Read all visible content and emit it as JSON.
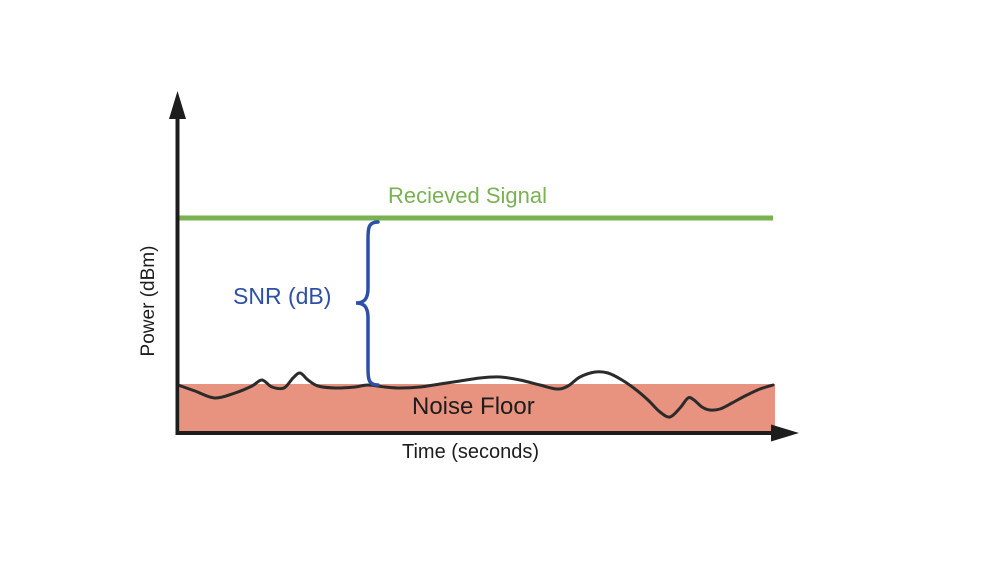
{
  "figure": {
    "description": "Conceptual plot of received signal power versus noise floor illustrating SNR"
  },
  "labels": {
    "y_axis": "Power (dBm)",
    "x_axis": "Time (seconds)",
    "signal": "Recieved Signal",
    "snr": "SNR (dB)",
    "noise_floor": "Noise Floor"
  },
  "colors": {
    "signal_green": "#7ab153",
    "snr_blue": "#2d4fa5",
    "noise_fill_pink": "#e8937f",
    "ink": "#1d1d1d",
    "background": "#ffffff"
  },
  "noise_waveform_points": [
    [
      178,
      385
    ],
    [
      195,
      391
    ],
    [
      215,
      398
    ],
    [
      235,
      393
    ],
    [
      252,
      386
    ],
    [
      262,
      380
    ],
    [
      272,
      387
    ],
    [
      284,
      388
    ],
    [
      293,
      378
    ],
    [
      300,
      373
    ],
    [
      308,
      380
    ],
    [
      318,
      386
    ],
    [
      335,
      388
    ],
    [
      355,
      387
    ],
    [
      368,
      385
    ],
    [
      385,
      387
    ],
    [
      400,
      388
    ],
    [
      420,
      387
    ],
    [
      440,
      384
    ],
    [
      460,
      381
    ],
    [
      480,
      378
    ],
    [
      500,
      377
    ],
    [
      520,
      380
    ],
    [
      540,
      385
    ],
    [
      557,
      389
    ],
    [
      568,
      386
    ],
    [
      580,
      377
    ],
    [
      595,
      372
    ],
    [
      608,
      373
    ],
    [
      622,
      380
    ],
    [
      635,
      389
    ],
    [
      648,
      400
    ],
    [
      660,
      412
    ],
    [
      670,
      417
    ],
    [
      680,
      408
    ],
    [
      688,
      398
    ],
    [
      694,
      400
    ],
    [
      702,
      407
    ],
    [
      710,
      410
    ],
    [
      720,
      409
    ],
    [
      732,
      403
    ],
    [
      745,
      396
    ],
    [
      760,
      389
    ],
    [
      773,
      385
    ]
  ]
}
